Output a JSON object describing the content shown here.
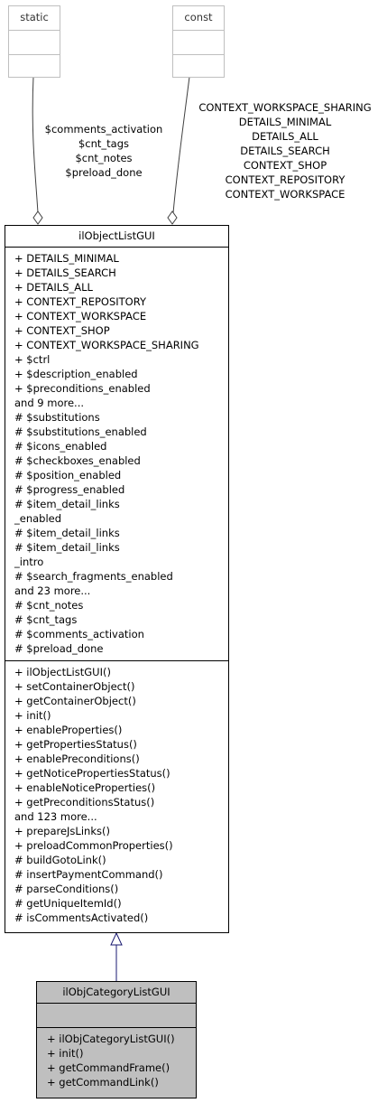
{
  "static_box": {
    "title": "static"
  },
  "const_box": {
    "title": "const"
  },
  "static_label": [
    "$comments_activation",
    "$cnt_tags",
    "$cnt_notes",
    "$preload_done"
  ],
  "const_label": [
    "CONTEXT_WORKSPACE_SHARING",
    "DETAILS_MINIMAL",
    "DETAILS_ALL",
    "DETAILS_SEARCH",
    "CONTEXT_SHOP",
    "CONTEXT_REPOSITORY",
    "CONTEXT_WORKSPACE"
  ],
  "parent": {
    "title": "ilObjectListGUI",
    "attributes": [
      "+ DETAILS_MINIMAL",
      "+ DETAILS_SEARCH",
      "+ DETAILS_ALL",
      "+ CONTEXT_REPOSITORY",
      "+ CONTEXT_WORKSPACE",
      "+ CONTEXT_SHOP",
      "+ CONTEXT_WORKSPACE_SHARING",
      "+ $ctrl",
      "+ $description_enabled",
      "+ $preconditions_enabled",
      "and 9 more...",
      "# $substitutions",
      "# $substitutions_enabled",
      "# $icons_enabled",
      "# $checkboxes_enabled",
      "# $position_enabled",
      "# $progress_enabled",
      "# $item_detail_links",
      "_enabled",
      "# $item_detail_links",
      "# $item_detail_links",
      "_intro",
      "# $search_fragments_enabled",
      "and 23 more...",
      "# $cnt_notes",
      "# $cnt_tags",
      "# $comments_activation",
      "# $preload_done"
    ],
    "methods": [
      "+ ilObjectListGUI()",
      "+ setContainerObject()",
      "+ getContainerObject()",
      "+ init()",
      "+ enableProperties()",
      "+ getPropertiesStatus()",
      "+ enablePreconditions()",
      "+ getNoticePropertiesStatus()",
      "+ enableNoticeProperties()",
      "+ getPreconditionsStatus()",
      "and 123 more...",
      "+ prepareJsLinks()",
      "+ preloadCommonProperties()",
      "# buildGotoLink()",
      "# insertPaymentCommand()",
      "# parseConditions()",
      "# getUniqueItemId()",
      "# isCommentsActivated()"
    ]
  },
  "child": {
    "title": "ilObjCategoryListGUI",
    "methods": [
      "+ ilObjCategoryListGUI()",
      "+ init()",
      "+ getCommandFrame()",
      "+ getCommandLink()"
    ]
  },
  "colors": {
    "inheritance_arrow": "#191970",
    "child_fill": "#bfbfbf",
    "static_box_border": "#bfbfbf"
  }
}
